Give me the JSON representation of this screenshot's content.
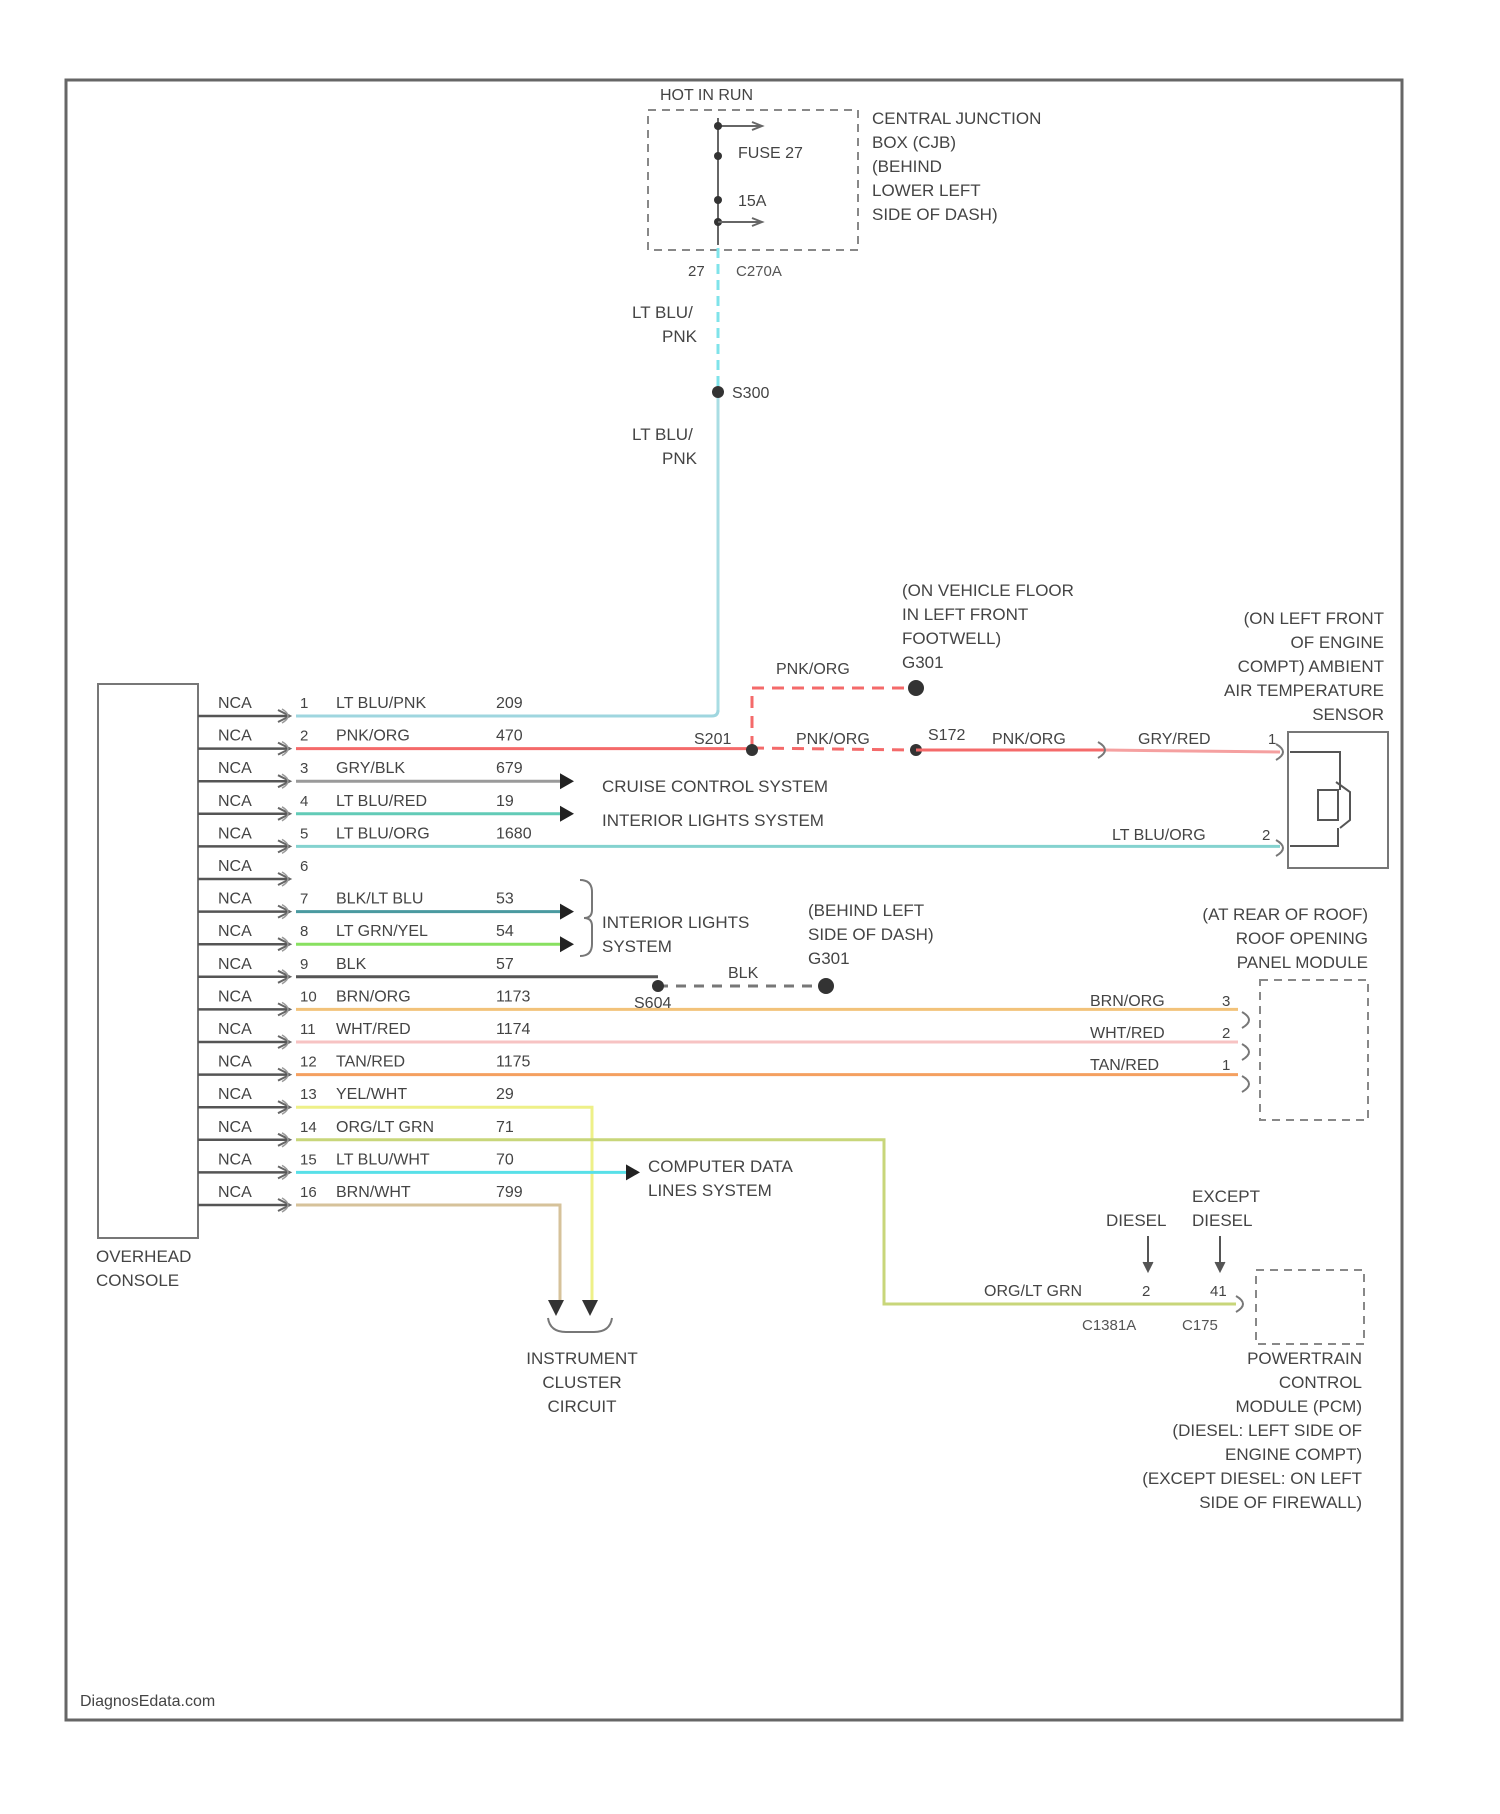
{
  "hot_in_run": "HOT IN RUN",
  "cjb": {
    "fuse_line1": "FUSE 27",
    "fuse_line2": "15A",
    "desc": [
      "CENTRAL JUNCTION",
      "BOX (CJB)",
      "(BEHIND",
      "LOWER LEFT",
      "SIDE OF DASH)"
    ],
    "pin": "27",
    "connector": "C270A"
  },
  "feed_wire": {
    "color_top": [
      "LT BLU/",
      "PNK"
    ],
    "splice": "S300",
    "color_bottom": [
      "LT BLU/",
      "PNK"
    ]
  },
  "overhead_console": {
    "label": [
      "OVERHEAD",
      "CONSOLE"
    ],
    "connector_label": "NCA",
    "pins": [
      {
        "num": "1",
        "color": "LT BLU/PNK",
        "circuit": "209"
      },
      {
        "num": "2",
        "color": "PNK/ORG",
        "circuit": "470"
      },
      {
        "num": "3",
        "color": "GRY/BLK",
        "circuit": "679"
      },
      {
        "num": "4",
        "color": "LT BLU/RED",
        "circuit": "19"
      },
      {
        "num": "5",
        "color": "LT BLU/ORG",
        "circuit": "1680"
      },
      {
        "num": "6",
        "color": "",
        "circuit": ""
      },
      {
        "num": "7",
        "color": "BLK/LT BLU",
        "circuit": "53"
      },
      {
        "num": "8",
        "color": "LT GRN/YEL",
        "circuit": "54"
      },
      {
        "num": "9",
        "color": "BLK",
        "circuit": "57"
      },
      {
        "num": "10",
        "color": "BRN/ORG",
        "circuit": "1173"
      },
      {
        "num": "11",
        "color": "WHT/RED",
        "circuit": "1174"
      },
      {
        "num": "12",
        "color": "TAN/RED",
        "circuit": "1175"
      },
      {
        "num": "13",
        "color": "YEL/WHT",
        "circuit": "29"
      },
      {
        "num": "14",
        "color": "ORG/LT GRN",
        "circuit": "71"
      },
      {
        "num": "15",
        "color": "LT BLU/WHT",
        "circuit": "70"
      },
      {
        "num": "16",
        "color": "BRN/WHT",
        "circuit": "799"
      }
    ]
  },
  "ground_s201": {
    "desc": [
      "(ON VEHICLE FLOOR",
      "IN LEFT FRONT",
      "FOOTWELL)",
      "G301"
    ],
    "wire_color": "PNK/ORG",
    "splice": "S201",
    "splice2": "S172"
  },
  "ambient_sensor": {
    "desc": [
      "(ON LEFT FRONT",
      "OF ENGINE",
      "COMPT) AMBIENT",
      "AIR TEMPERATURE",
      "SENSOR"
    ],
    "wire1_a": "PNK/ORG",
    "wire1_b": "GRY/RED",
    "wire2": "LT BLU/ORG",
    "pin1": "1",
    "pin2": "2"
  },
  "destinations": {
    "cruise": "CRUISE CONTROL SYSTEM",
    "interior1": "INTERIOR LIGHTS SYSTEM",
    "interior2": [
      "INTERIOR LIGHTS",
      "SYSTEM"
    ],
    "computer": [
      "COMPUTER DATA",
      "LINES SYSTEM"
    ],
    "instrument": [
      "INSTRUMENT",
      "CLUSTER",
      "CIRCUIT"
    ]
  },
  "ground_g301": {
    "desc": [
      "(BEHIND LEFT",
      "SIDE OF DASH)",
      "G301"
    ],
    "wire_color": "BLK",
    "splice": "S604"
  },
  "roof_module": {
    "desc": [
      "(AT REAR OF ROOF)",
      "ROOF OPENING",
      "PANEL MODULE"
    ],
    "wires": [
      {
        "color": "BRN/ORG",
        "pin": "3"
      },
      {
        "color": "WHT/RED",
        "pin": "2"
      },
      {
        "color": "TAN/RED",
        "pin": "1"
      }
    ]
  },
  "pcm": {
    "diesel": "DIESEL",
    "except": [
      "EXCEPT",
      "DIESEL"
    ],
    "wire_color": "ORG/LT GRN",
    "pin_diesel": "2",
    "pin_except": "41",
    "conn_diesel": "C1381A",
    "conn_except": "C175",
    "desc": [
      "POWERTRAIN",
      "CONTROL",
      "MODULE (PCM)",
      "(DIESEL: LEFT SIDE OF",
      "ENGINE COMPT)",
      "(EXCEPT DIESEL: ON LEFT",
      "SIDE OF FIREWALL)"
    ]
  },
  "watermark": "DiagnosEdata.com",
  "colors": {
    "lt_blu": "#a9dde3",
    "lt_blu_pnk": "#9fd6df",
    "pnk_org": "#f46a6a",
    "gry": "#9a9a9a",
    "lt_blu_red": "#62cbb7",
    "lt_blu_org": "#84d2cf",
    "blk_blu": "#4a9aa0",
    "lt_grn": "#88e060",
    "blk": "#555555",
    "brn_org": "#f2c27a",
    "wht_red": "#f7c3c3",
    "tan_red": "#f4a060",
    "yel": "#eef088",
    "org_grn": "#c8d67a",
    "lt_blu_wht": "#58e0e8",
    "brn_wht": "#d6c29a"
  }
}
